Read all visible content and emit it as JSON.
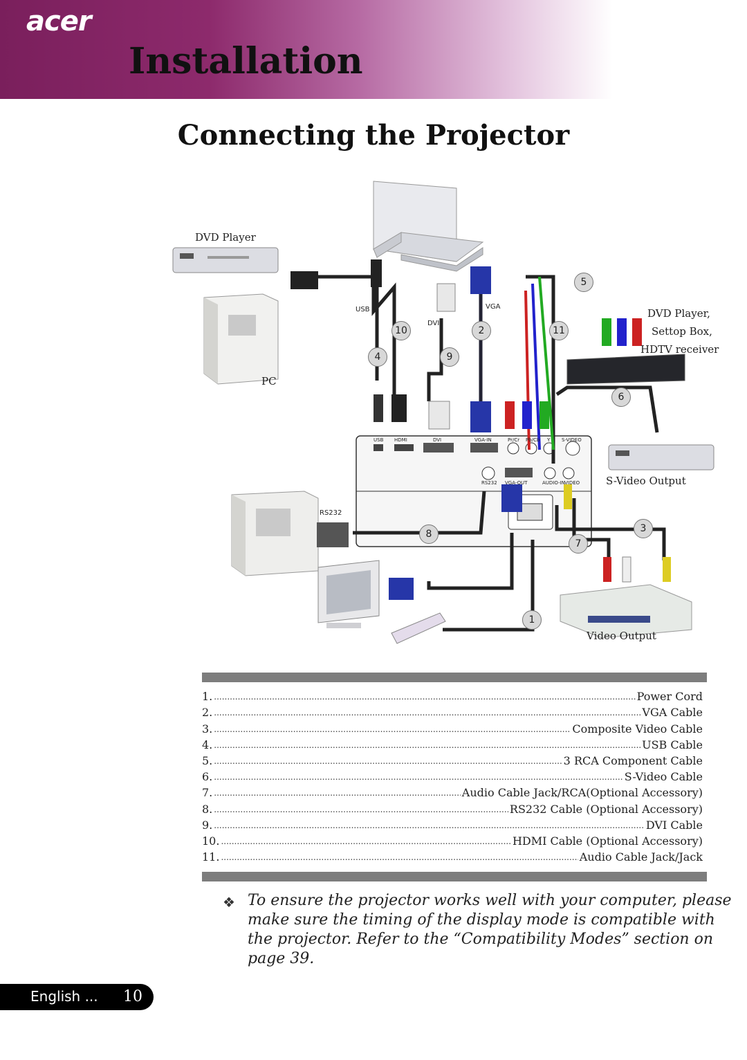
{
  "header": {
    "logo": "acer",
    "section_title": "Installation"
  },
  "page_title": "Connecting the Projector",
  "diagram": {
    "labels": {
      "dvd_player": "DVD Player",
      "pc": "PC",
      "usb": "USB",
      "dvi": "DVI",
      "vga": "VGA",
      "dvd_player_settop": "DVD Player,",
      "settop_box": "Settop Box,",
      "hdtv_receiver": "HDTV receiver",
      "svideo_output": "S-Video Output",
      "rs232": "RS232",
      "video_output": "Video Output"
    },
    "port_labels": [
      "USB",
      "HDMI",
      "DVI",
      "VGA-IN",
      "Pr/Cr",
      "Pb/Cb",
      "Y",
      "S-VIDEO",
      "RS232",
      "VGA-OUT",
      "AUDIO-IN",
      "VIDEO"
    ],
    "badges": {
      "b1": "1",
      "b2": "2",
      "b3": "3",
      "b4": "4",
      "b5": "5",
      "b6": "6",
      "b7": "7",
      "b8": "8",
      "b9": "9",
      "b10": "10",
      "b11": "11"
    }
  },
  "cable_list": [
    {
      "num": "1.",
      "desc": "Power Cord"
    },
    {
      "num": "2.",
      "desc": "VGA Cable"
    },
    {
      "num": "3.",
      "desc": "Composite Video Cable"
    },
    {
      "num": "4.",
      "desc": "USB Cable"
    },
    {
      "num": "5.",
      "desc": "3 RCA Component Cable"
    },
    {
      "num": "6.",
      "desc": "S-Video Cable"
    },
    {
      "num": "7.",
      "desc": "Audio Cable Jack/RCA(Optional Accessory)"
    },
    {
      "num": "8.",
      "desc": "RS232 Cable (Optional Accessory)"
    },
    {
      "num": "9.",
      "desc": "DVI Cable"
    },
    {
      "num": "10.",
      "desc": "HDMI Cable (Optional Accessory)"
    },
    {
      "num": "11.",
      "desc": "Audio Cable Jack/Jack"
    }
  ],
  "note": {
    "icon": "four-diamond-bullet-icon",
    "symbol": "❖",
    "text": "To ensure the projector works well with your computer, please make sure the timing of the display mode is compatible with the projector. Refer to the “Compatibility Modes” section on page 39."
  },
  "footer": {
    "language": "English ...",
    "page_number": "10"
  },
  "colors": {
    "header_purple": "#7a1f5c",
    "footer_black": "#000000",
    "rule_gray": "#7d7d7d"
  }
}
